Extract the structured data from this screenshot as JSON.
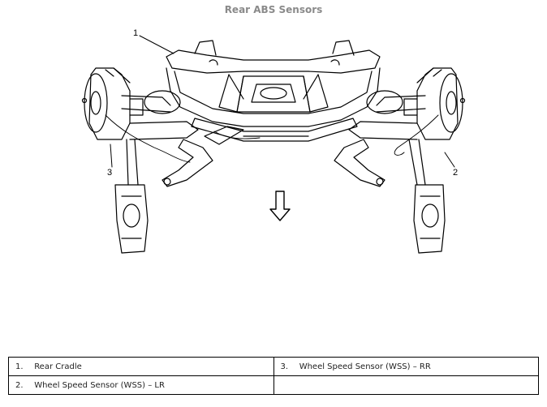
{
  "title": "Rear ABS Sensors",
  "callouts": [
    "1",
    "2",
    "3"
  ],
  "legend": [
    {
      "num": "1.",
      "text": "Rear Cradle"
    },
    {
      "num": "3.",
      "text": "Wheel Speed Sensor (WSS) – RR"
    },
    {
      "num": "2.",
      "text": "Wheel Speed Sensor (WSS) – LR"
    },
    {
      "num": "",
      "text": ""
    }
  ],
  "icons": {
    "front_arrow": "arrow-down-icon"
  }
}
